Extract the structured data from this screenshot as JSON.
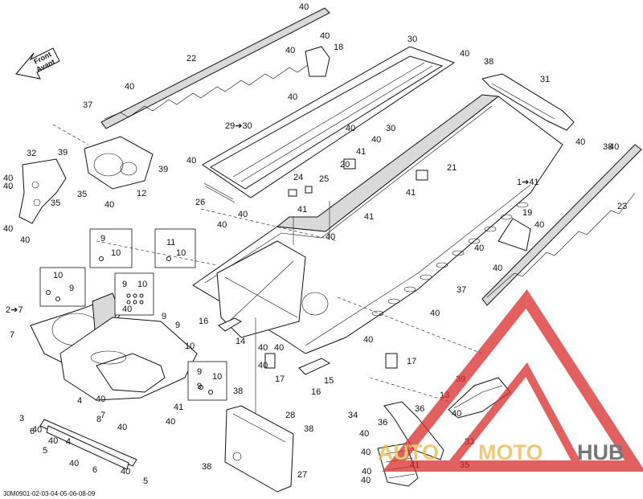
{
  "front_arrow": {
    "line1": "Front",
    "line2": "Avant"
  },
  "drawing_code": "30M0901-02-03-04-05-06-08-09",
  "watermark": {
    "auto": "AUTO",
    "moto": "MOTO",
    "hub": "HUB",
    "red": "#d92b2b",
    "gold": "#e8b84a",
    "dark": "#4a4a4a"
  },
  "callouts": [
    {
      "t": "40"
    },
    {
      "t": "22"
    },
    {
      "t": "40"
    },
    {
      "t": "40"
    },
    {
      "t": "18"
    },
    {
      "t": "40"
    },
    {
      "t": "30"
    },
    {
      "t": "40"
    },
    {
      "t": "38"
    },
    {
      "t": "31"
    },
    {
      "t": "40"
    },
    {
      "t": "37"
    },
    {
      "t": "40"
    },
    {
      "t": "40"
    },
    {
      "t": "29➔30"
    },
    {
      "t": "30"
    },
    {
      "t": "40"
    },
    {
      "t": "38"
    },
    {
      "t": "40"
    },
    {
      "t": "32"
    },
    {
      "t": "39"
    },
    {
      "t": "39"
    },
    {
      "t": "35"
    },
    {
      "t": "12"
    },
    {
      "t": "40"
    },
    {
      "t": "40"
    },
    {
      "t": "41"
    },
    {
      "t": "20"
    },
    {
      "t": "41"
    },
    {
      "t": "21"
    },
    {
      "t": "1➔41"
    },
    {
      "t": "23"
    },
    {
      "t": "40"
    },
    {
      "t": "35"
    },
    {
      "t": "40"
    },
    {
      "t": "26"
    },
    {
      "t": "24"
    },
    {
      "t": "25"
    },
    {
      "t": "41"
    },
    {
      "t": "41"
    },
    {
      "t": "40"
    },
    {
      "t": "40"
    },
    {
      "t": "40"
    },
    {
      "t": "19"
    },
    {
      "t": "40"
    },
    {
      "t": "40"
    },
    {
      "t": "9"
    },
    {
      "t": "10"
    },
    {
      "t": "11"
    },
    {
      "t": "10"
    },
    {
      "t": "40"
    },
    {
      "t": "40"
    },
    {
      "t": "10"
    },
    {
      "t": "9"
    },
    {
      "t": "9"
    },
    {
      "t": "10"
    },
    {
      "t": "37"
    },
    {
      "t": "40"
    },
    {
      "t": "2➔7"
    },
    {
      "t": "40"
    },
    {
      "t": "9"
    },
    {
      "t": "9"
    },
    {
      "t": "7"
    },
    {
      "t": "10"
    },
    {
      "t": "16"
    },
    {
      "t": "14"
    },
    {
      "t": "40"
    },
    {
      "t": "40"
    },
    {
      "t": "40"
    },
    {
      "t": "40"
    },
    {
      "t": "17"
    },
    {
      "t": "17"
    },
    {
      "t": "15"
    },
    {
      "t": "16"
    },
    {
      "t": "39"
    },
    {
      "t": "13"
    },
    {
      "t": "40"
    },
    {
      "t": "9"
    },
    {
      "t": "10"
    },
    {
      "t": "9"
    },
    {
      "t": "40"
    },
    {
      "t": "40"
    },
    {
      "t": "4"
    },
    {
      "t": "38"
    },
    {
      "t": "28"
    },
    {
      "t": "41"
    },
    {
      "t": "7"
    },
    {
      "t": "40"
    },
    {
      "t": "40"
    },
    {
      "t": "3"
    },
    {
      "t": "8"
    },
    {
      "t": "6"
    },
    {
      "t": "40"
    },
    {
      "t": "38"
    },
    {
      "t": "34"
    },
    {
      "t": "36"
    },
    {
      "t": "36"
    },
    {
      "t": "40"
    },
    {
      "t": "40"
    },
    {
      "t": "4"
    },
    {
      "t": "5"
    },
    {
      "t": "40"
    },
    {
      "t": "33"
    },
    {
      "t": "41"
    },
    {
      "t": "38"
    },
    {
      "t": "27"
    },
    {
      "t": "6"
    },
    {
      "t": "40"
    },
    {
      "t": "35"
    },
    {
      "t": "40"
    },
    {
      "t": "5"
    },
    {
      "t": "40"
    },
    {
      "t": "40"
    }
  ]
}
